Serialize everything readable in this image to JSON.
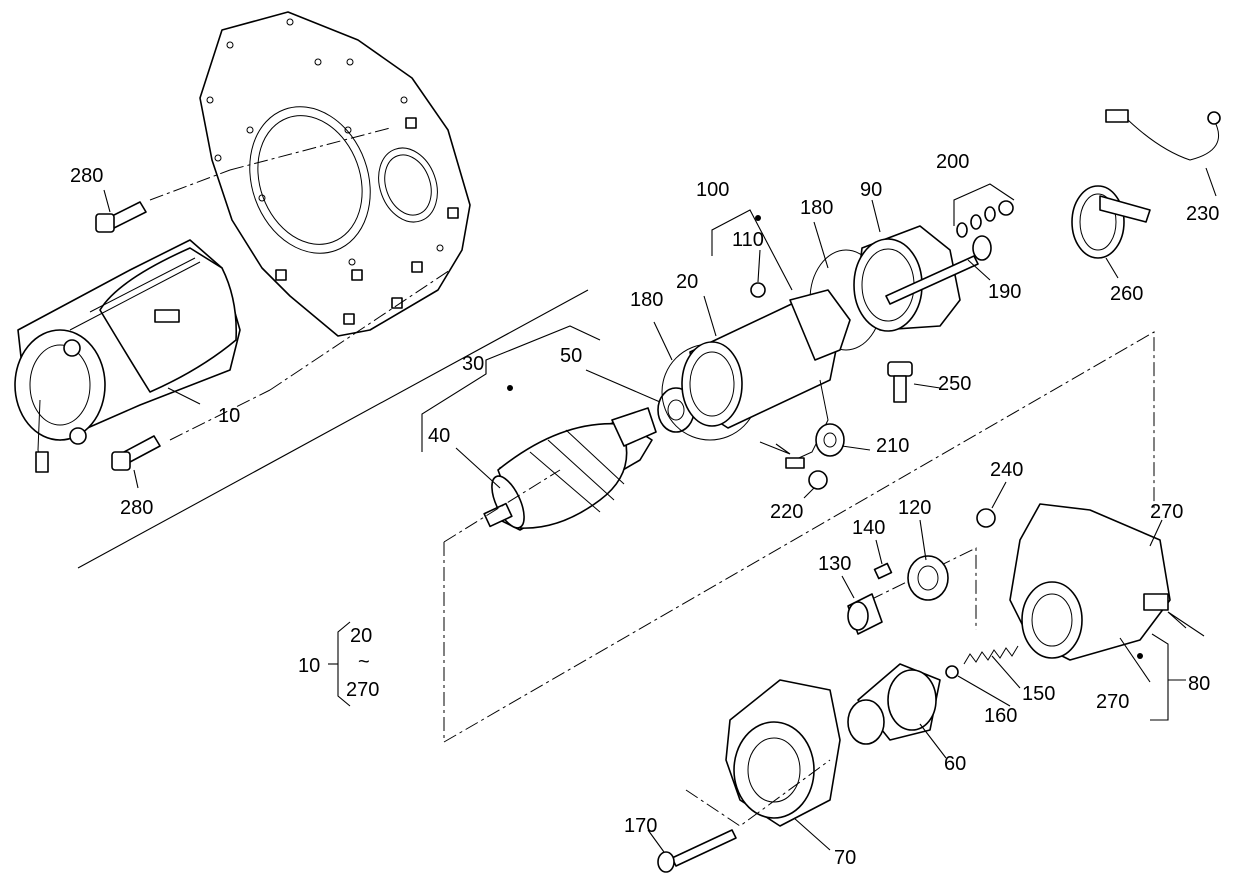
{
  "labels": {
    "l10a": "10",
    "l10b": "10",
    "l20a": "20",
    "l20b": "20",
    "l30": "30",
    "l40": "40",
    "l50": "50",
    "l60": "60",
    "l70": "70",
    "l80": "80",
    "l90": "90",
    "l100": "100",
    "l110": "110",
    "l120": "120",
    "l130": "130",
    "l140": "140",
    "l150": "150",
    "l160": "160",
    "l170": "170",
    "l180a": "180",
    "l180b": "180",
    "l190": "190",
    "l200": "200",
    "l210": "210",
    "l220": "220",
    "l230": "230",
    "l240": "240",
    "l250": "250",
    "l260": "260",
    "l270a": "270",
    "l270b": "270",
    "l270c": "270",
    "l280a": "280",
    "l280b": "280",
    "tilde": "~"
  }
}
